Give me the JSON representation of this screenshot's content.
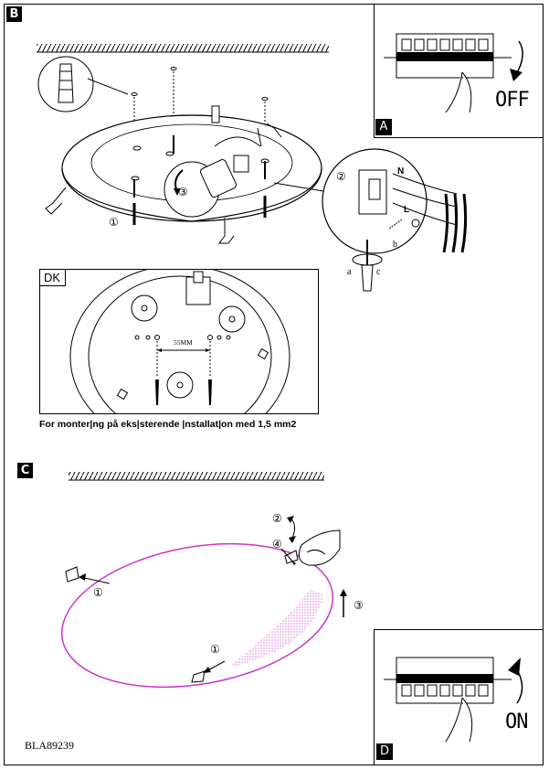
{
  "sections": {
    "b": "B",
    "c": "C"
  },
  "panel_a": {
    "label": "A",
    "state": "OFF"
  },
  "panel_d": {
    "label": "D",
    "state": "ON"
  },
  "detail_box": {
    "tag": "DK",
    "dimension": "55MM"
  },
  "caption": "For monter|ng på  eks|sterende |nstallat|on med 1,5 mm2",
  "callouts": {
    "one": "①",
    "two": "②",
    "three": "③",
    "four": "④"
  },
  "wire_labels": {
    "n": "N",
    "l": "L",
    "a": "a",
    "b": "b",
    "c": "c"
  },
  "product_code": "BLA89239",
  "colors": {
    "lamp_outline": "#cc33cc"
  }
}
